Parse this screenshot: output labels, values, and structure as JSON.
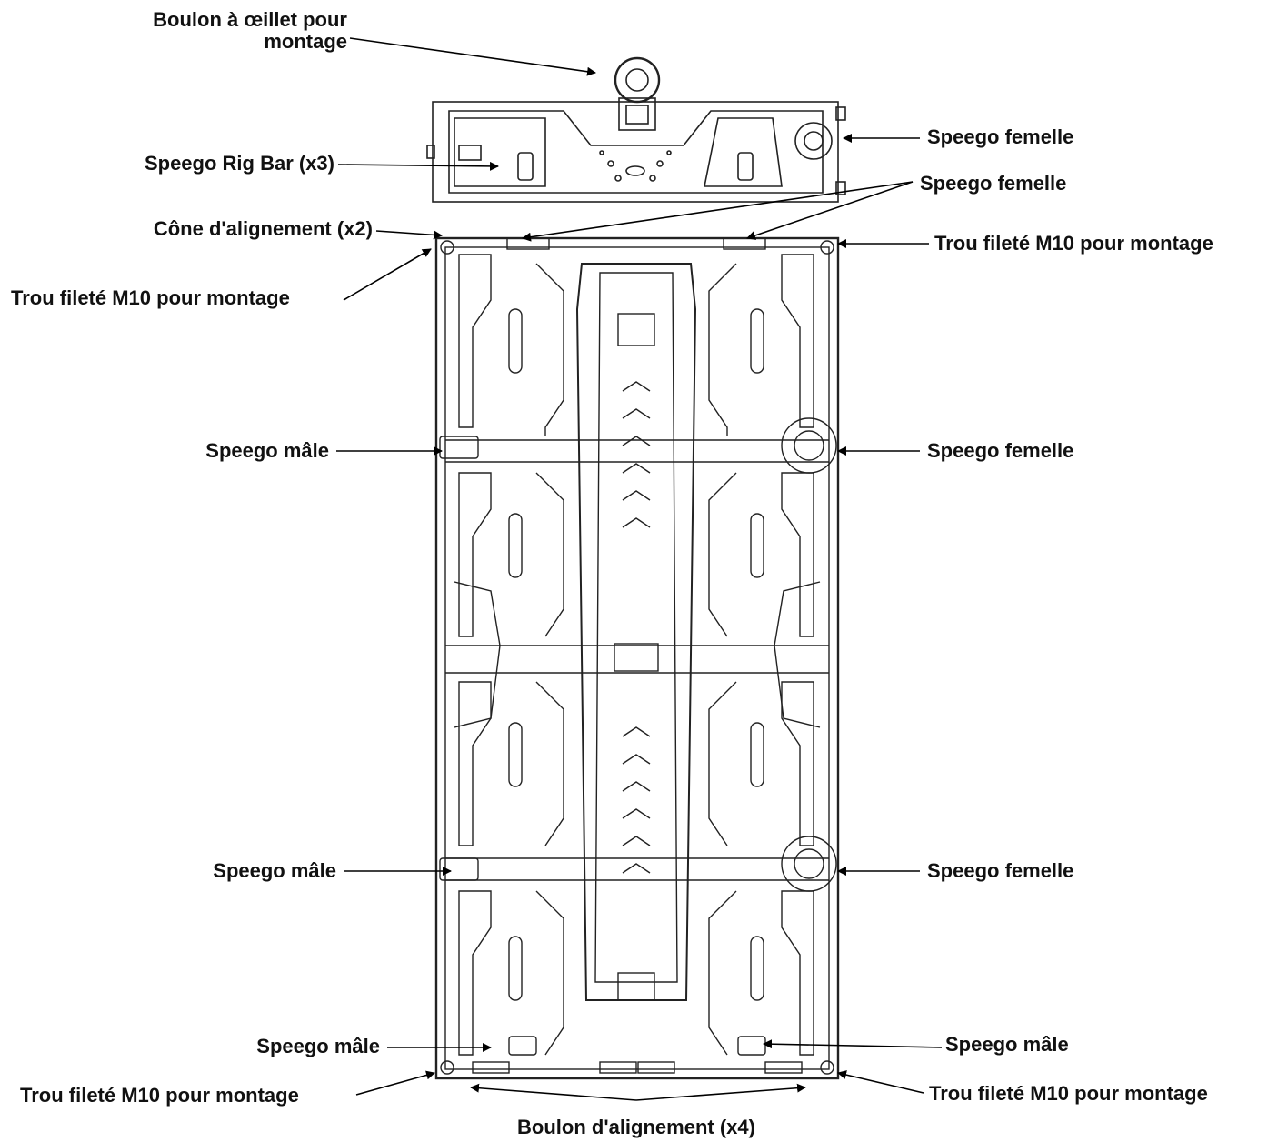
{
  "labels": {
    "eyebolt": "Boulon à œillet pour montage",
    "rig_bar": "Speego Rig Bar (x3)",
    "female_rigbar": "Speego femelle",
    "female_top": "Speego femelle",
    "cone": "Cône d'alignement (x2)",
    "m10_top_left": "Trou fileté M10 pour montage",
    "m10_top_right": "Trou fileté M10 pour montage",
    "male_upper_left": "Speego mâle",
    "female_upper_right": "Speego femelle",
    "male_lower_left": "Speego mâle",
    "female_lower_right": "Speego femelle",
    "male_bottom_left": "Speego mâle",
    "male_bottom_right": "Speego mâle",
    "m10_bottom_left": "Trou fileté M10 pour montage",
    "m10_bottom_right": "Trou fileté M10 pour montage",
    "alignment_bolt": "Boulon d'alignement (x4)"
  },
  "colors": {
    "line": "#222222",
    "leader": "#000000"
  }
}
